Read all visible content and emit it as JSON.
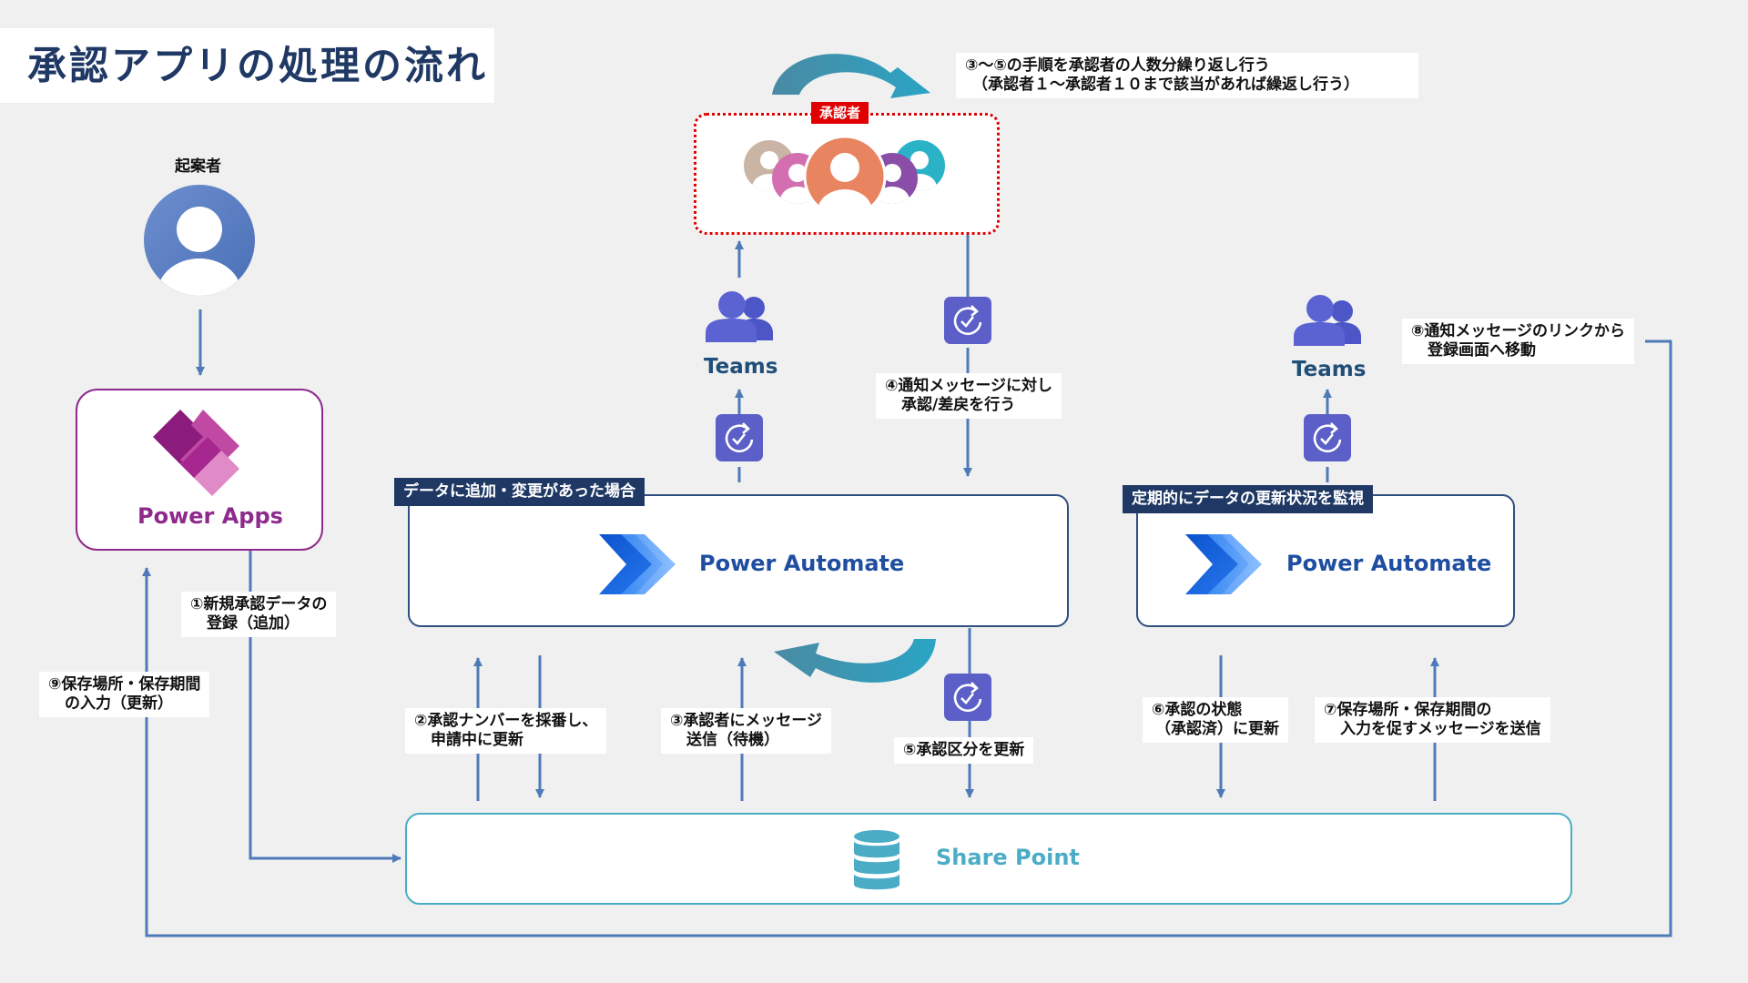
{
  "title": "承認アプリの処理の流れ",
  "actors": {
    "proposer": "起案者",
    "approver": "承認者"
  },
  "products": {
    "power_apps": "Power Apps",
    "power_automate_1": "Power Automate",
    "power_automate_2": "Power Automate",
    "sharepoint": "Share Point",
    "teams_1": "Teams",
    "teams_2": "Teams"
  },
  "banners": {
    "trigger_change": "データに追加・変更があった場合",
    "trigger_schedule": "定期的にデータの更新状況を監視"
  },
  "steps": {
    "s1": [
      "①新規承認データの",
      "登録（追加）"
    ],
    "s2": [
      "②承認ナンバーを採番し、",
      "申請中に更新"
    ],
    "s3": [
      "③承認者にメッセージ",
      "送信（待機）"
    ],
    "s35": [
      "③～⑤の手順を承認者の人数分繰り返し行う",
      "（承認者１～承認者１０まで該当があれば繰返し行う）"
    ],
    "s4": [
      "④通知メッセージに対し",
      "承認/差戻を行う"
    ],
    "s5": [
      "⑤承認区分を更新"
    ],
    "s6": [
      "⑥承認の状態",
      "（承認済）に更新"
    ],
    "s7": [
      "⑦保存場所・保存期間の",
      "入力を促すメッセージを送信"
    ],
    "s8": [
      "⑧通知メッセージのリンクから",
      "登録画面へ移動"
    ],
    "s9": [
      "⑨保存場所・保存期間",
      "の入力（更新）"
    ]
  },
  "icons": {
    "proposer": "user-avatar-icon",
    "approvers": "user-group-avatars-icon",
    "teams": "people-icon",
    "flow": "approval-flow-icon",
    "power_apps": "power-apps-logo",
    "power_automate": "power-automate-logo",
    "sharepoint": "database-icon",
    "loop": "loop-arrow-icon"
  },
  "colors": {
    "title": "#1f3864",
    "connector": "#4f7ab8",
    "power_apps": "#8e2a8c",
    "power_automate_text": "#1f4ea1",
    "sharepoint": "#4bacc6",
    "teams_text": "#1f4e79",
    "flow_icon_bg": "#5b5fc7",
    "approver_frame": "#e00000",
    "banner": "#1f3864",
    "loop_arrow": "#2e8aa8"
  }
}
